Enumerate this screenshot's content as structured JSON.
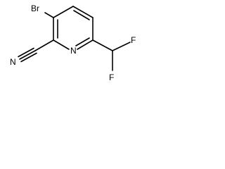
{
  "molecule": {
    "atoms": {
      "br": "Br",
      "n_ring": "N",
      "n_nitrile": "N",
      "f_top": "F",
      "f_bottom": "F"
    }
  },
  "colors": {
    "bond": "#000000",
    "text": "#000000",
    "background": "#ffffff"
  }
}
